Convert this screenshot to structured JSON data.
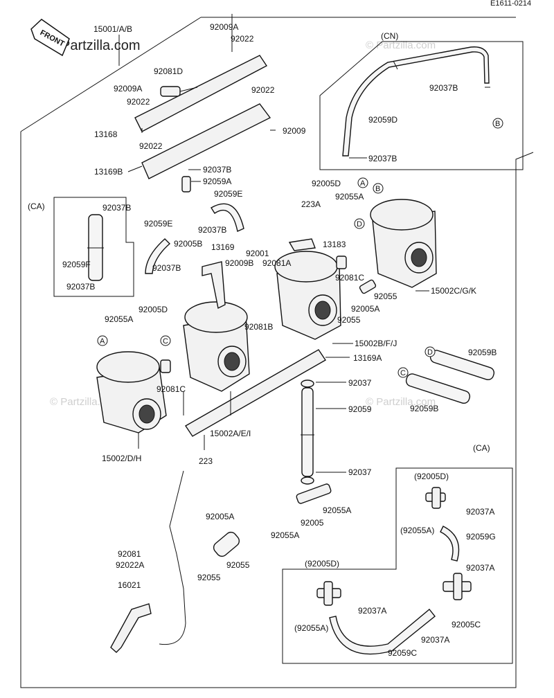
{
  "diagram_id": "E1611-0214",
  "brand_watermark": "Partzilla.com",
  "watermark_text": "© Partzilla.com",
  "front_label": "FRONT",
  "circle_markers": {
    "a": "A",
    "b": "B",
    "c": "C",
    "d": "D"
  },
  "box_labels": {
    "ca": "(CA)",
    "cn": "(CN)"
  },
  "callouts": {
    "p15001": "15001/A/B",
    "p92009A_1": "92009A",
    "p92022_1": "92022",
    "p92081D": "92081D",
    "p92009A_2": "92009A",
    "p92022_2": "92022",
    "p92022_3": "92022",
    "p13168": "13168",
    "p92022_4": "92022",
    "p92009": "92009",
    "p13169B": "13169B",
    "p92037B_1": "92037B",
    "p92059A": "92059A",
    "p92059E_1": "92059E",
    "p92037B_ca": "92037B",
    "p92059F": "92059F",
    "p92037B_ca2": "92037B",
    "p92059E_2": "92059E",
    "p92037B_2": "92037B",
    "p92005B": "92005B",
    "p92037B_3": "92037B",
    "p92005D_1": "92005D",
    "p92055A_1": "92055A",
    "p13169": "13169",
    "p92009B": "92009B",
    "p92001": "92001",
    "p92081A": "92081A",
    "p92081B": "92081B",
    "p92081C_1": "92081C",
    "p15002DH": "15002/D/H",
    "p15002AEI": "15002A/E/I",
    "p223_1": "223",
    "p13169A": "13169A",
    "p15002BFJ": "15002B/F/J",
    "p92005D_2": "92005D",
    "p223A": "223A",
    "p92055A_2": "92055A",
    "p13183": "13183",
    "p92081C_2": "92081C",
    "p92055_1": "92055",
    "p92005A_1": "92005A",
    "p92055_2": "92055",
    "p15002CGK": "15002C/G/K",
    "p92037B_cn1": "92037B",
    "p92059D": "92059D",
    "p92037B_cn2": "92037B",
    "p92037_1": "92037",
    "p92059": "92059",
    "p92037_2": "92037",
    "p92059B_1": "92059B",
    "p92059B_2": "92059B",
    "p92055A_3": "92055A",
    "p92005": "92005",
    "p92055A_4": "92055A",
    "p92005A_2": "92005A",
    "p92081": "92081",
    "p92022A": "92022A",
    "p92055_3": "92055",
    "p92055_4": "92055",
    "p16021": "16021",
    "p92005D_ca1": "(92005D)",
    "p92037A_1": "92037A",
    "p92055A_ca1": "(92055A)",
    "p92059G": "92059G",
    "p92037A_2": "92037A",
    "p92005D_ca2": "(92005D)",
    "p92037A_3": "92037A",
    "p92055A_ca2": "(92055A)",
    "p92037A_4": "92037A",
    "p92005C": "92005C",
    "p92059C": "92059C"
  }
}
